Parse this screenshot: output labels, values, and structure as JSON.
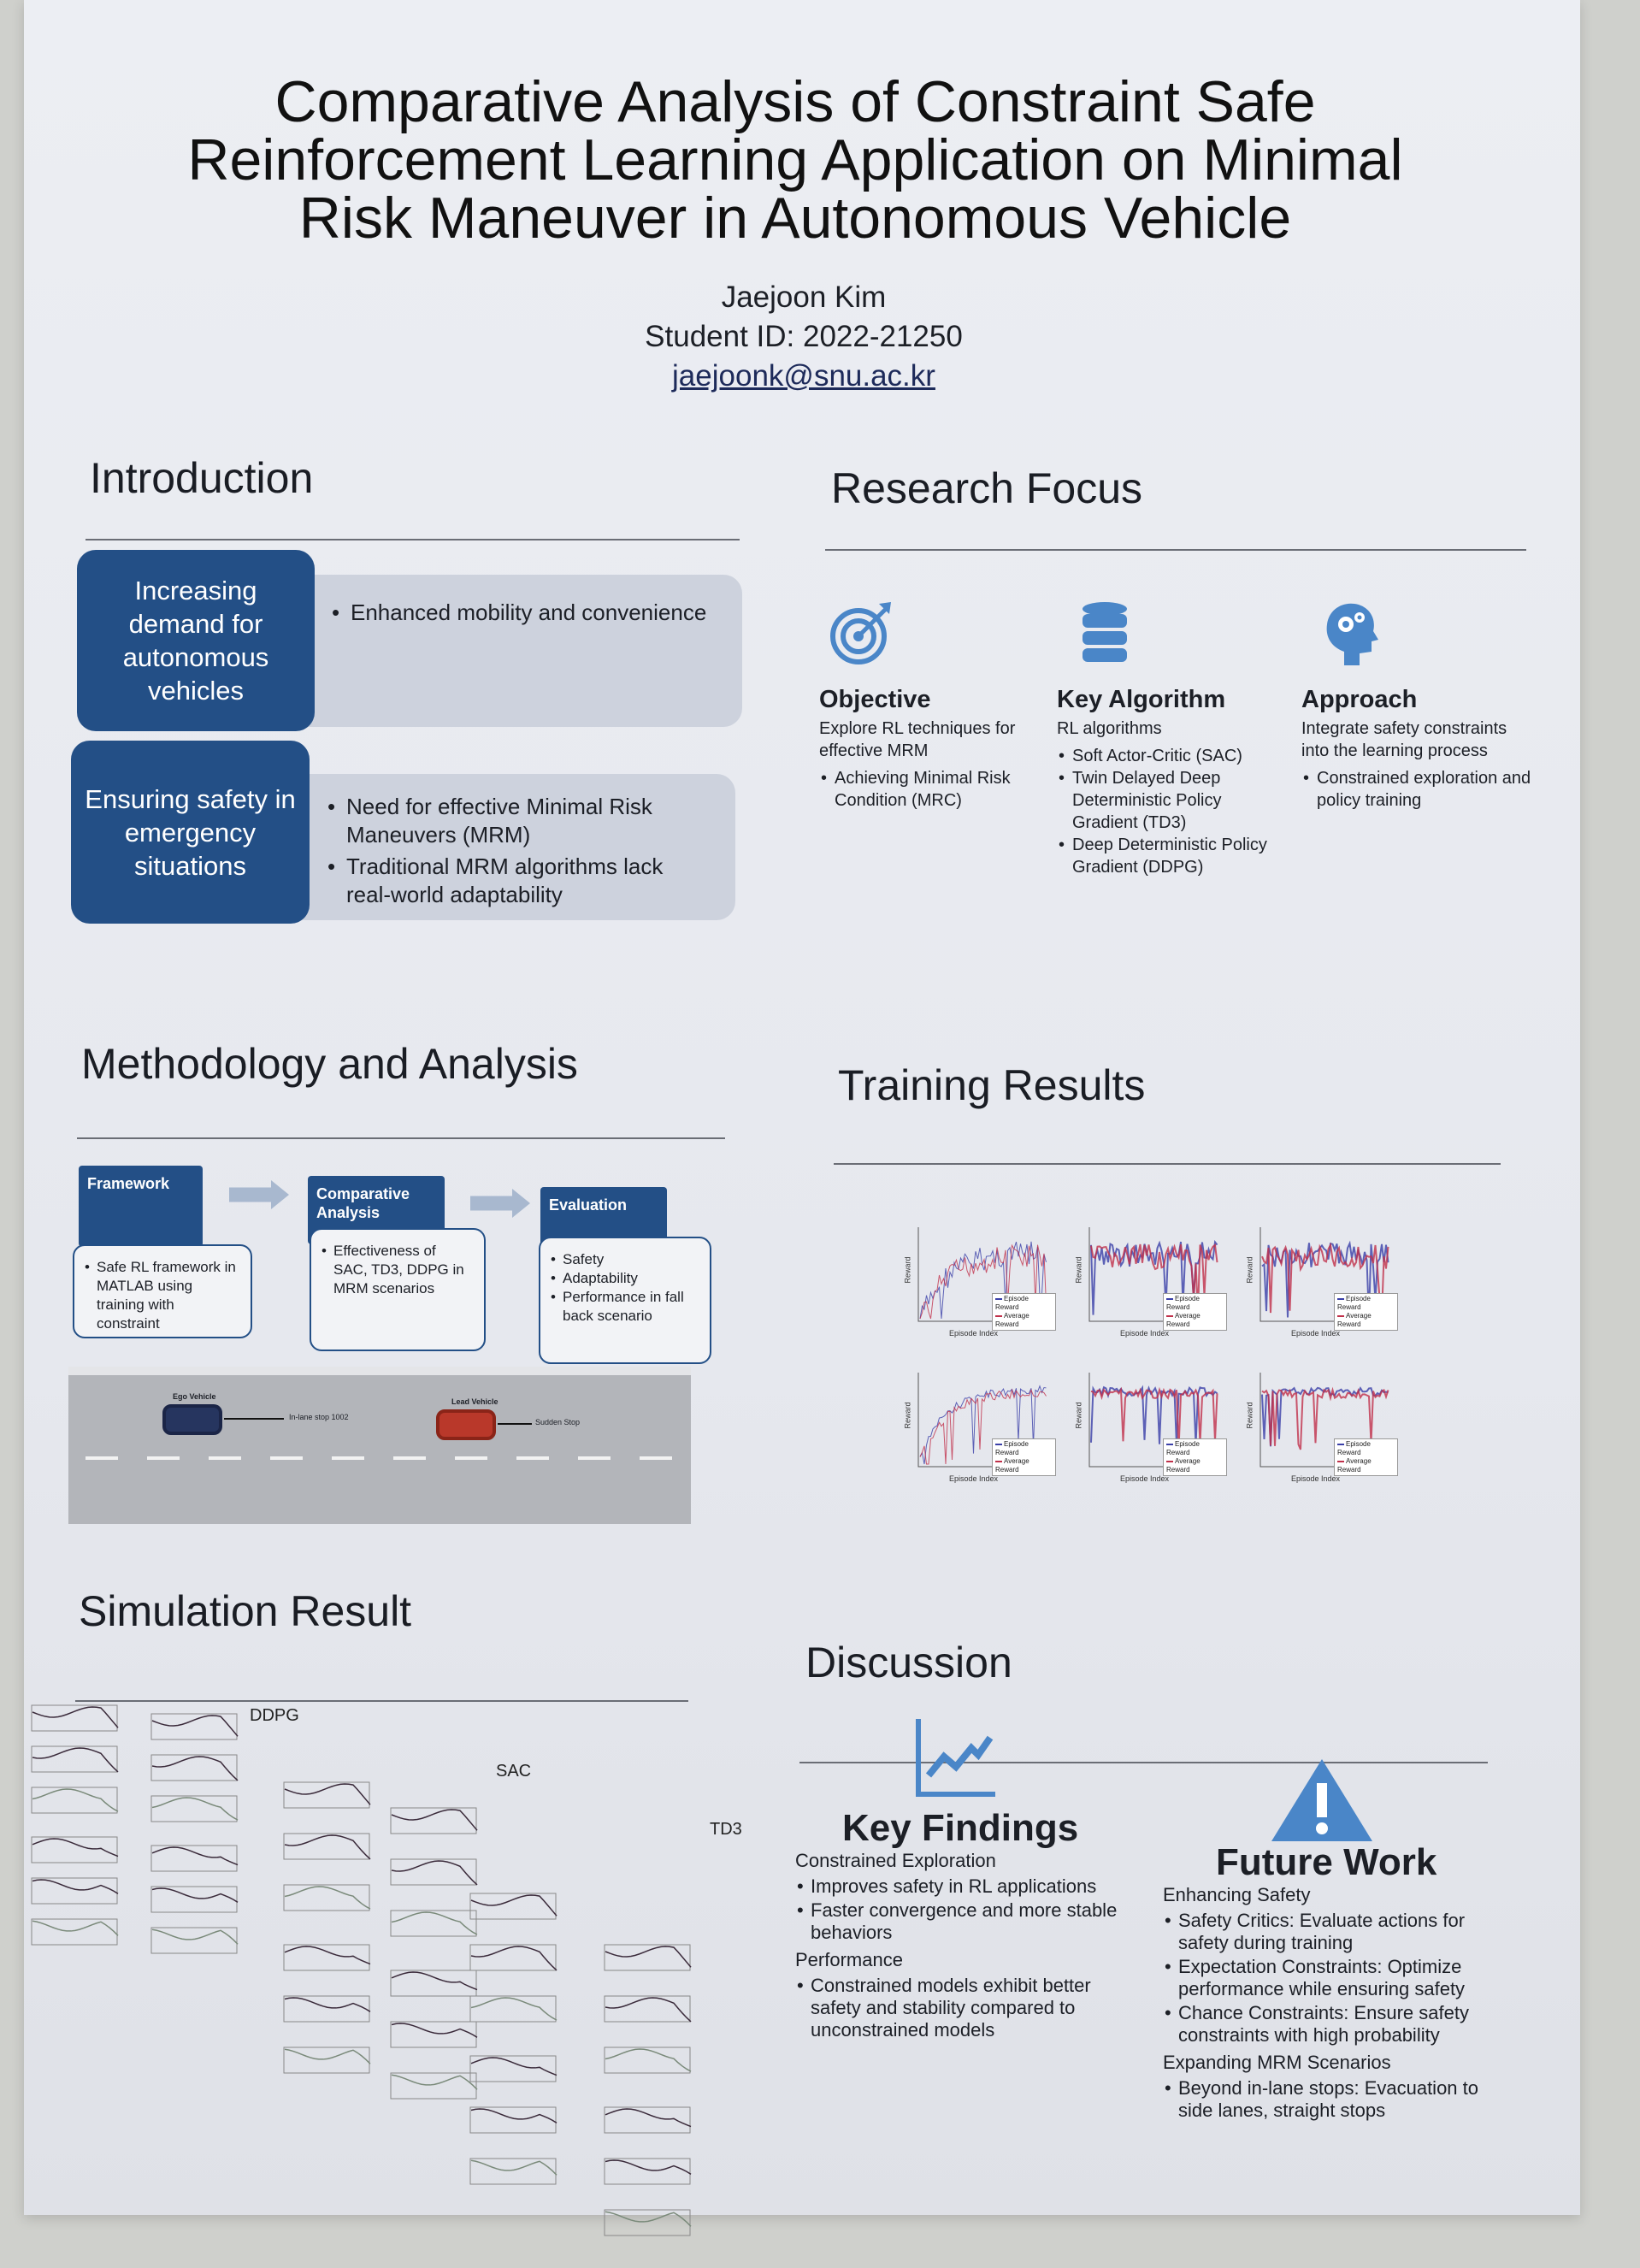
{
  "header": {
    "title_lines": [
      "Comparative Analysis of Constraint Safe",
      "Reinforcement Learning Application on Minimal",
      "Risk Maneuver in Autonomous Vehicle"
    ],
    "author": "Jaejoon Kim",
    "student_id": "Student ID: 2022-21250",
    "email": "jaejoonk@snu.ac.kr"
  },
  "introduction": {
    "heading": "Introduction",
    "rows": [
      {
        "label": "Increasing demand for autonomous vehicles",
        "bullets": [
          "Enhanced mobility and convenience"
        ]
      },
      {
        "label": "Ensuring safety in emergency situations",
        "bullets": [
          "Need for effective Minimal Risk Maneuvers (MRM)",
          "Traditional MRM algorithms lack real-world adaptability"
        ]
      }
    ]
  },
  "research_focus": {
    "heading": "Research Focus",
    "items": [
      {
        "icon": "target-icon",
        "title": "Objective",
        "text": "Explore RL techniques for effective MRM",
        "bullets": [
          "Achieving Minimal Risk Condition (MRC)"
        ]
      },
      {
        "icon": "database-icon",
        "title": "Key Algorithm",
        "text": "RL algorithms",
        "bullets": [
          "Soft Actor-Critic (SAC)",
          "Twin Delayed Deep Deterministic Policy Gradient (TD3)",
          "Deep Deterministic Policy Gradient (DDPG)"
        ]
      },
      {
        "icon": "head-gears-icon",
        "title": "Approach",
        "text": "Integrate safety constraints into the learning process",
        "bullets": [
          "Constrained exploration and policy training"
        ]
      }
    ]
  },
  "methodology": {
    "heading": "Methodology and Analysis",
    "steps": [
      {
        "title": "Framework",
        "bullets": [
          "Safe RL framework in MATLAB using training with constraint"
        ]
      },
      {
        "title": "Comparative Analysis",
        "bullets": [
          "Effectiveness of SAC, TD3, DDPG in MRM scenarios"
        ]
      },
      {
        "title": "Evaluation",
        "bullets": [
          "Safety",
          "Adaptability",
          "Performance in fall back scenario"
        ]
      }
    ],
    "scenario": {
      "ego_label": "Ego Vehicle",
      "ego_action": "In-lane stop 1002",
      "lead_label": "Lead Vehicle",
      "lead_action": "Sudden Stop"
    }
  },
  "training_results": {
    "heading": "Training Results",
    "legend": [
      "Episode Reward",
      "Average Reward"
    ],
    "xlabel": "Episode Index",
    "ylabel": "Reward"
  },
  "simulation": {
    "heading": "Simulation Result",
    "algorithms": [
      "DDPG",
      "SAC",
      "TD3"
    ]
  },
  "discussion": {
    "heading": "Discussion",
    "key_findings": {
      "title": "Key Findings",
      "groups": [
        {
          "sub": "Constrained Exploration",
          "bullets": [
            "Improves safety in RL applications",
            "Faster convergence and more stable behaviors"
          ]
        },
        {
          "sub": "Performance",
          "bullets": [
            "Constrained models exhibit better safety and stability compared to unconstrained models"
          ]
        }
      ]
    },
    "future_work": {
      "title": "Future Work",
      "groups": [
        {
          "sub": "Enhancing Safety",
          "bullets": [
            "Safety Critics: Evaluate actions for safety during training",
            "Expectation Constraints: Optimize performance while ensuring safety",
            "Chance Constraints: Ensure safety constraints with high probability"
          ]
        },
        {
          "sub": "Expanding MRM Scenarios",
          "bullets": [
            "Beyond in-lane stops: Evacuation to side lanes, straight stops"
          ]
        }
      ]
    }
  },
  "colors": {
    "accent": "#234f86",
    "icon_blue": "#4a86c8"
  }
}
